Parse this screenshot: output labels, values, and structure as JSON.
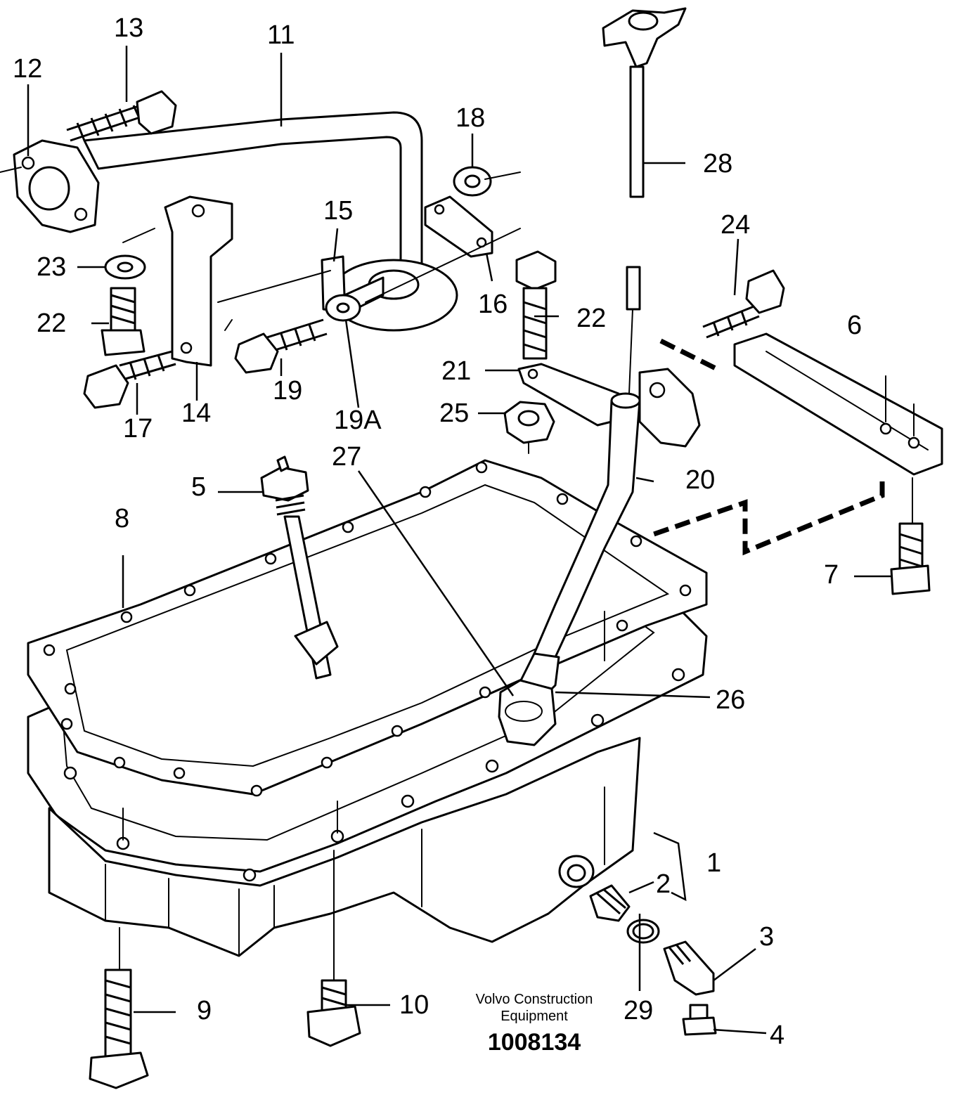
{
  "diagram": {
    "callouts": {
      "c1": "1",
      "c2": "2",
      "c3": "3",
      "c4": "4",
      "c5": "5",
      "c6": "6",
      "c7": "7",
      "c8": "8",
      "c9": "9",
      "c10": "10",
      "c11": "11",
      "c12": "12",
      "c13": "13",
      "c14": "14",
      "c15": "15",
      "c16": "16",
      "c17": "17",
      "c18": "18",
      "c19": "19",
      "c19a": "19A",
      "c20": "20",
      "c21": "21",
      "c22a": "22",
      "c22b": "22",
      "c23": "23",
      "c24": "24",
      "c25": "25",
      "c26": "26",
      "c27": "27",
      "c28": "28",
      "c29": "29"
    }
  },
  "footer": {
    "brand_line1": "Volvo Construction",
    "brand_line2": "Equipment",
    "document_number": "1008134"
  }
}
